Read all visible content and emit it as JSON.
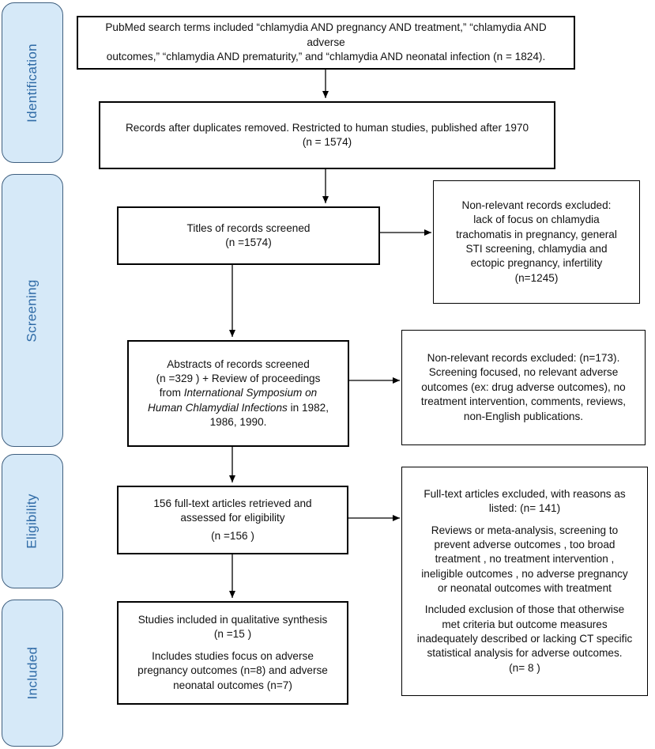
{
  "phases": [
    {
      "label": "Identification"
    },
    {
      "label": "Screening"
    },
    {
      "label": "Eligibility"
    },
    {
      "label": "Included"
    }
  ],
  "identification": {
    "line1": "PubMed search terms included “chlamydia AND pregnancy AND treatment,”  “chlamydia AND adverse",
    "line2": "outcomes,” “chlamydia AND prematurity,” and “chlamydia AND neonatal infection (n = 1824)."
  },
  "duplicates_removed": {
    "line1": "Records after duplicates removed. Restricted to human studies, published after 1970",
    "line2": "(n = 1574)"
  },
  "titles_screened": {
    "line1": "Titles of records screened",
    "line2": "(n =1574)"
  },
  "excluded_titles": {
    "line1": "Non-relevant records excluded:",
    "line2": "lack of focus on chlamydia",
    "line3": "trachomatis in pregnancy, general",
    "line4": "STI screening, chlamydia and",
    "line5": "ectopic pregnancy, infertility",
    "line6": "(n=1245)"
  },
  "abstracts_screened": {
    "line1": "Abstracts of records screened",
    "line2": "(n =329 ) + Review of proceedings",
    "line3a": "from ",
    "line3b": "International Symposium on",
    "line4a": "Human Chlamydial Infections",
    "line4b": " in 1982,",
    "line5": "1986, 1990."
  },
  "excluded_abstracts": {
    "line1": "Non-relevant records excluded: (n=173).",
    "line2": "Screening focused, no relevant adverse",
    "line3": "outcomes (ex: drug adverse outcomes), no",
    "line4": "treatment intervention, comments, reviews,",
    "line5": "non-English publications."
  },
  "full_text": {
    "line1": "156 full-text articles retrieved and",
    "line2": "assessed for eligibility",
    "line3": "(n =156 )"
  },
  "excluded_full_text": {
    "line1": "Full-text articles excluded, with reasons as",
    "line2": "listed:  (n= 141)",
    "line3": "Reviews or meta-analysis, screening to",
    "line4": "prevent adverse outcomes , too broad",
    "line5": "treatment , no treatment intervention ,",
    "line6": "ineligible outcomes , no adverse pregnancy",
    "line7": "or neonatal outcomes with treatment",
    "line8": "Included exclusion of those that otherwise",
    "line9": "met criteria but outcome measures",
    "line10": "inadequately described or lacking CT specific",
    "line11": "statistical analysis for adverse outcomes.",
    "line12": "(n= 8 )"
  },
  "included": {
    "line1": "Studies included in qualitative synthesis",
    "line2": "(n =15 )",
    "line3": "Includes studies focus on adverse",
    "line4": "pregnancy outcomes (n=8) and adverse",
    "line5": "neonatal outcomes (n=7)"
  }
}
